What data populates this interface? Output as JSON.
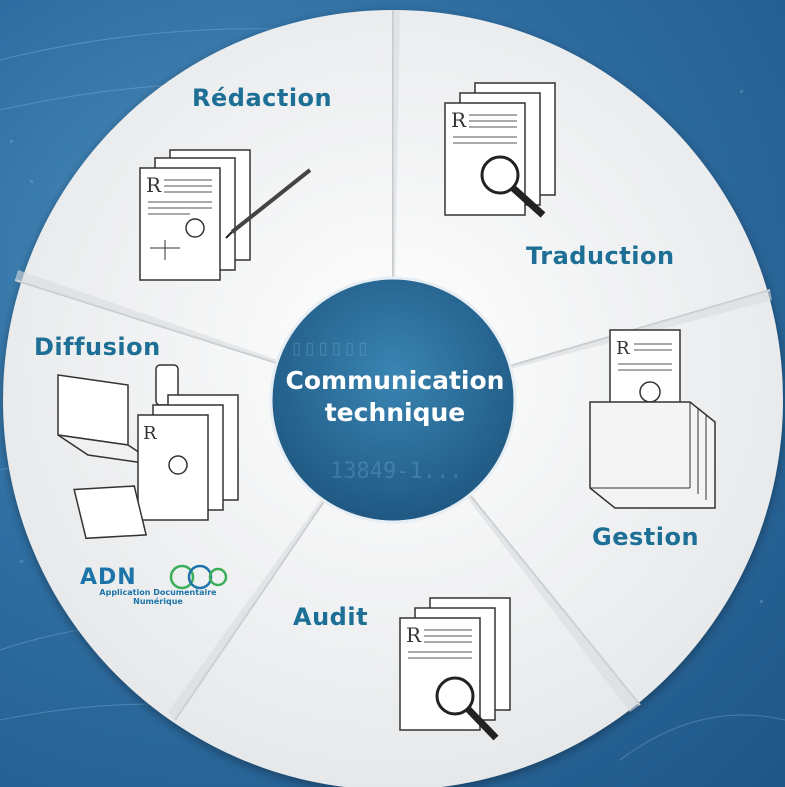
{
  "center": {
    "line1": "Communication",
    "line2": "technique"
  },
  "segments": [
    {
      "key": "redaction",
      "label": "Rédaction",
      "icon": "documents-with-pen-icon"
    },
    {
      "key": "traduction",
      "label": "Traduction",
      "icon": "documents-with-magnifier-icon"
    },
    {
      "key": "gestion",
      "label": "Gestion",
      "icon": "document-folders-icon"
    },
    {
      "key": "audit",
      "label": "Audit",
      "icon": "documents-with-magnifier-icon"
    },
    {
      "key": "diffusion",
      "label": "Diffusion",
      "icon": "devices-and-documents-icon"
    }
  ],
  "logo": {
    "name": "ADN",
    "tagline": "Application Documentaire Numérique"
  },
  "colors": {
    "label": "#1d6f95",
    "background": "#2f6fa3",
    "wheel": "#f4f4f4",
    "center": "#2b6f98"
  }
}
